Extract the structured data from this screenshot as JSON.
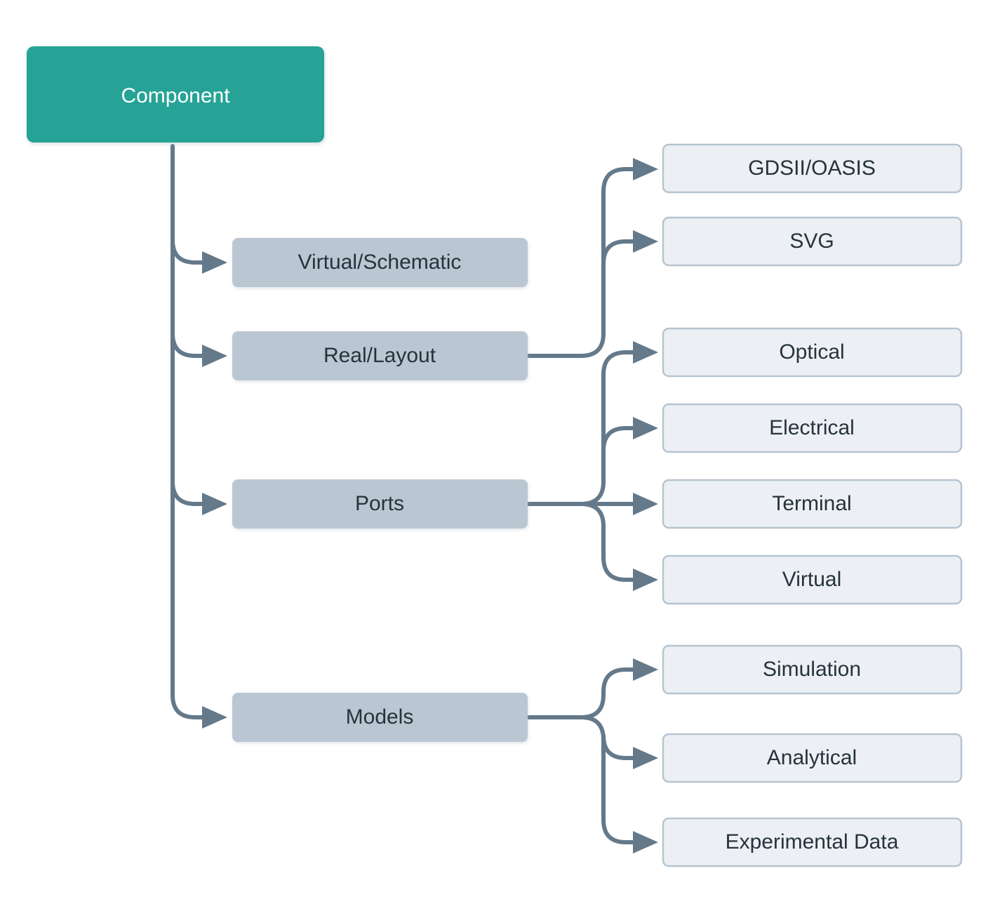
{
  "diagram": {
    "title": "Component",
    "type": "hierarchy-tree",
    "orientation": "left-to-right",
    "colors": {
      "root_fill": "#28a396",
      "root_text": "#ffffff",
      "branch_fill": "#bac7d3",
      "branch_text": "#26323c",
      "leaf_fill": "#ecf0f4",
      "leaf_border": "#b7c4d0",
      "leaf_text": "#26323c",
      "connector": "#64798a",
      "background": "#ffffff"
    },
    "root": {
      "label": "Component"
    },
    "branches": [
      {
        "id": "virtual-schematic",
        "label": "Virtual/Schematic",
        "children": []
      },
      {
        "id": "real-layout",
        "label": "Real/Layout",
        "children": [
          {
            "id": "gdsii-oasis",
            "label": "GDSII/OASIS"
          },
          {
            "id": "svg",
            "label": "SVG"
          }
        ]
      },
      {
        "id": "ports",
        "label": "Ports",
        "children": [
          {
            "id": "optical",
            "label": "Optical"
          },
          {
            "id": "electrical",
            "label": "Electrical"
          },
          {
            "id": "terminal",
            "label": "Terminal"
          },
          {
            "id": "virtual",
            "label": "Virtual"
          }
        ]
      },
      {
        "id": "models",
        "label": "Models",
        "children": [
          {
            "id": "simulation",
            "label": "Simulation"
          },
          {
            "id": "analytical",
            "label": "Analytical"
          },
          {
            "id": "experimental-data",
            "label": "Experimental Data"
          }
        ]
      }
    ]
  }
}
